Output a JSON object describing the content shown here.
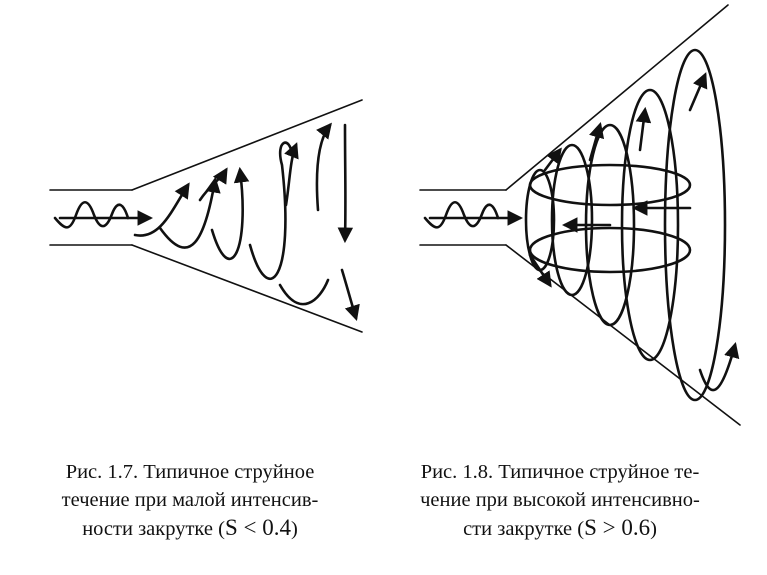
{
  "figures": [
    {
      "label": "Рис. 1.7.",
      "caption_lines": [
        "Рис. 1.7. Типичное струйное",
        "течение при малой интенсив-",
        "ности закрутке ("
      ],
      "formula": "S < 0.4",
      "close": ")"
    },
    {
      "label": "Рис. 1.8.",
      "caption_lines": [
        "Рис. 1.8. Типичное струйное те-",
        "чение при высокой интенсивно-",
        "сти закрутке ("
      ],
      "formula": "S > 0.6",
      "close": ")"
    }
  ]
}
